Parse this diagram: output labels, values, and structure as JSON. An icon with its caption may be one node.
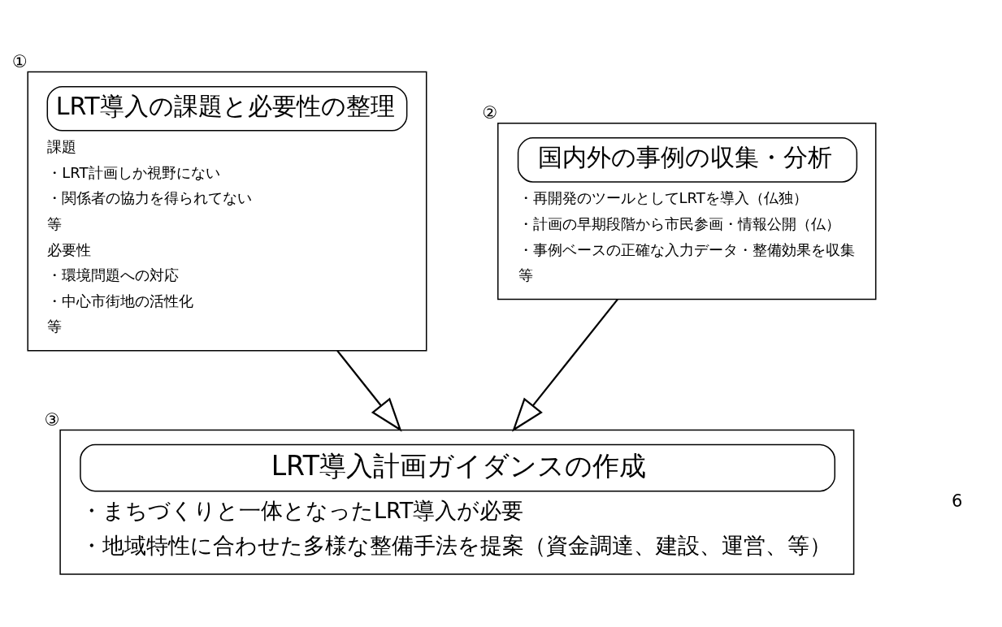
{
  "diagram": {
    "nodes": [
      {
        "text": [
          "LRT導入の課題と必要性の整理",
          "課題",
          "・LRT計画しか視野にない",
          "・関係者の協力を得られてない",
          "等",
          "必要性",
          "・環境問題への対応",
          "・中心市街地の活性化",
          "等"
        ],
        "beside": [
          "①"
        ]
      },
      {
        "text": [
          "国内外の事例の収集・分析",
          "・再開発のツールとしてLRTを導入（仏独）",
          "・計画の早期段階から市民参画・情報公開（仏）",
          "・事例ベースの正確な入力データ・整備効果を収集",
          "等"
        ],
        "beside": [
          "②"
        ]
      },
      {
        "text": [
          "LRT導入計画ガイダンスの作成",
          "・まちづくりと一体となったLRT導入が必要",
          "・地域特性に合わせた多様な整備手法を提案（資金調達、建設、運営、等）"
        ],
        "beside": [
          "③"
        ]
      }
    ],
    "edges": [
      {
        "from": 0,
        "to": 2,
        "arrow": "to"
      },
      {
        "from": 1,
        "to": 2,
        "arrow": "to"
      }
    ],
    "labels": [
      "6"
    ]
  }
}
